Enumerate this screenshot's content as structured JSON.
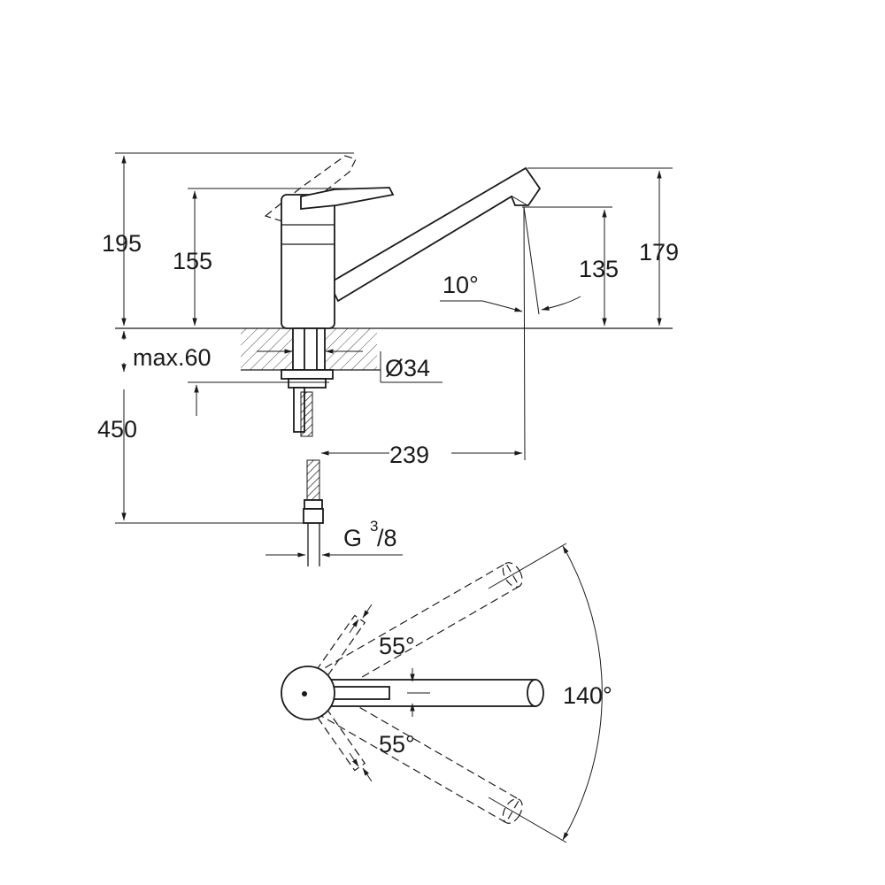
{
  "side_view": {
    "dim_total_height": "195",
    "dim_lever_height": "155",
    "dim_spout_top": "179",
    "dim_spout_outlet": "135",
    "dim_spout_angle": "10°",
    "dim_counter_thickness": "max.60",
    "dim_hole_diameter": "Ø34",
    "dim_hose_length": "450",
    "dim_reach": "239",
    "connection_thread": "G",
    "thread_numerator": "3",
    "thread_denominator": "/8"
  },
  "top_view": {
    "lever_angle_upper": "55°",
    "lever_angle_lower": "55°",
    "spout_swivel_angle": "140°"
  }
}
